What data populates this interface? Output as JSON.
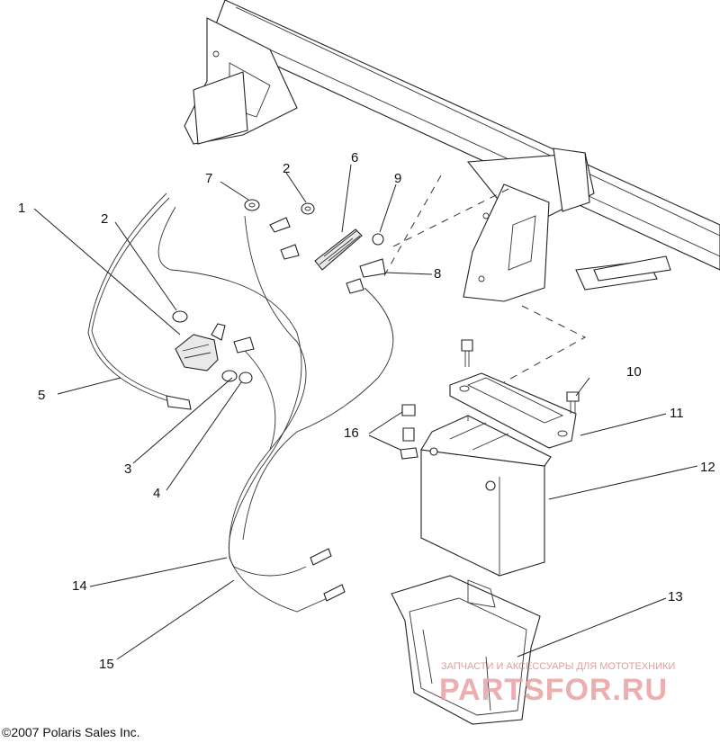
{
  "callouts": {
    "c1": "1",
    "c2a": "2",
    "c2b": "2",
    "c3": "3",
    "c4": "4",
    "c5": "5",
    "c6": "6",
    "c7": "7",
    "c8": "8",
    "c9": "9",
    "c10": "10",
    "c11": "11",
    "c12": "12",
    "c13": "13",
    "c14": "14",
    "c15": "15",
    "c16": "16"
  },
  "footer": {
    "copyright": "©2007 Polaris Sales Inc."
  },
  "watermark": {
    "tagline": "ЗАПЧАСТИ И АКСЕССУАРЫ ДЛЯ МОТОТЕХНИКИ",
    "logo": "PARTSFOR.RU"
  },
  "colors": {
    "lines": "#222222",
    "watermark": "#e9a0a0"
  }
}
